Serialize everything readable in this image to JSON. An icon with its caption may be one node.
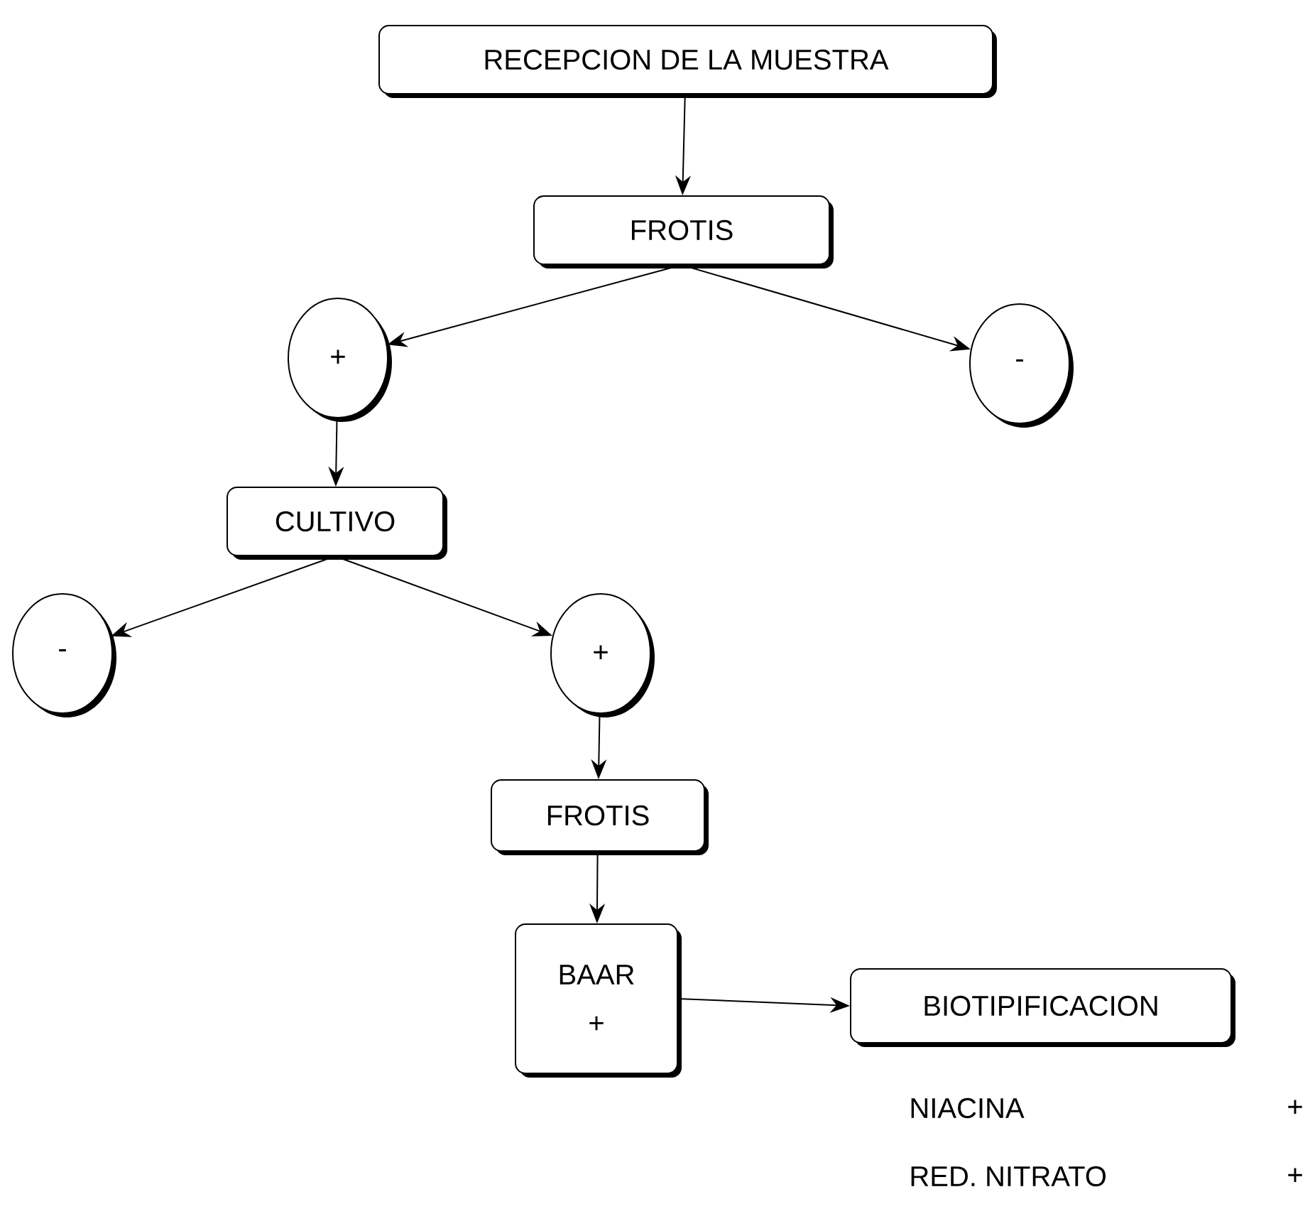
{
  "diagram": {
    "nodes": [
      {
        "text": [
          "RECEPCION DE LA MUESTRA"
        ]
      },
      {
        "text": [
          "FROTIS"
        ]
      },
      {
        "text": [
          "+"
        ]
      },
      {
        "text": [
          "-"
        ]
      },
      {
        "text": [
          "CULTIVO"
        ]
      },
      {
        "text": [
          "-"
        ]
      },
      {
        "text": [
          "+"
        ]
      },
      {
        "text": [
          "FROTIS"
        ]
      },
      {
        "text": [
          "BAAR",
          "+"
        ]
      },
      {
        "text": [
          "BIOTIPIFICACION"
        ]
      }
    ],
    "edges": [
      {
        "from": 0,
        "to": 1,
        "arrow": "to"
      },
      {
        "from": 1,
        "to": 2,
        "arrow": "to"
      },
      {
        "from": 1,
        "to": 3,
        "arrow": "to"
      },
      {
        "from": 2,
        "to": 4,
        "arrow": "to"
      },
      {
        "from": 4,
        "to": 5,
        "arrow": "to"
      },
      {
        "from": 4,
        "to": 6,
        "arrow": "to"
      },
      {
        "from": 6,
        "to": 7,
        "arrow": "to"
      },
      {
        "from": 7,
        "to": 8,
        "arrow": "to"
      },
      {
        "from": 8,
        "to": 9,
        "arrow": "to"
      }
    ],
    "labels": [
      "NIACINA",
      "+",
      "RED. NITRATO",
      "+"
    ]
  }
}
